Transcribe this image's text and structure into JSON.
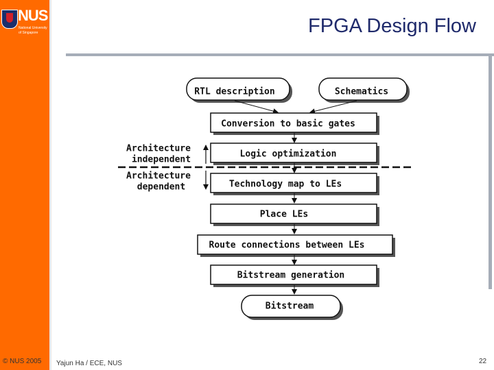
{
  "header": {
    "title": "FPGA Design Flow",
    "logo_text": "NUS",
    "logo_subtext": "National University\nof Singapore"
  },
  "footer": {
    "copyright": "© NUS 2005",
    "author": "Yajun Ha / ECE, NUS",
    "page_number": "22"
  },
  "diagram": {
    "nodes": {
      "rtl": "RTL description",
      "schematics": "Schematics",
      "conversion": "Conversion to basic gates",
      "logic_opt": "Logic optimization",
      "tech_map": "Technology map to LEs",
      "place": "Place LEs",
      "route": "Route connections between LEs",
      "bitstream_gen": "Bitstream generation",
      "bitstream": "Bitstream"
    },
    "labels": {
      "arch_indep_1": "Architecture",
      "arch_indep_2": "independent",
      "arch_dep_1": "Architecture",
      "arch_dep_2": "dependent"
    }
  },
  "colors": {
    "sidebar": "#ff6a00",
    "title": "#1f2a6b",
    "rule": "#a6adb8"
  }
}
